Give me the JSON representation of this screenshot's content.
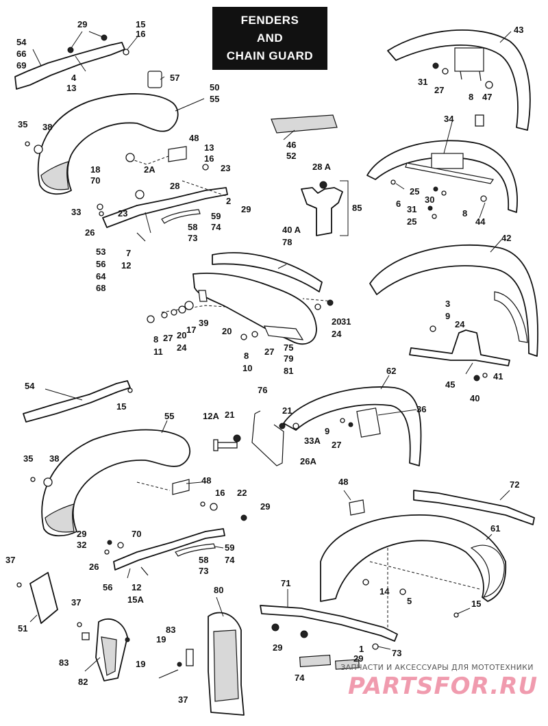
{
  "title": {
    "line1": "FENDERS",
    "line2": "AND",
    "line3": "CHAIN GUARD"
  },
  "callouts": [
    "29",
    "15",
    "16",
    "54",
    "66",
    "69",
    "4",
    "13",
    "57",
    "50",
    "55",
    "35",
    "38",
    "48",
    "13",
    "16",
    "18",
    "70",
    "2A",
    "23",
    "28",
    "2",
    "29",
    "33",
    "26",
    "23",
    "59",
    "74",
    "58",
    "73",
    "53",
    "56",
    "64",
    "68",
    "7",
    "12",
    "46",
    "52",
    "28 A",
    "85",
    "43",
    "31",
    "27",
    "8",
    "47",
    "34",
    "25",
    "30",
    "6",
    "31",
    "25",
    "8",
    "44",
    "40 A",
    "78",
    "42",
    "3",
    "9",
    "24",
    "45",
    "41",
    "40",
    "8",
    "27",
    "20",
    "17",
    "39",
    "11",
    "24",
    "20",
    "8",
    "10",
    "27",
    "20",
    "31",
    "24",
    "75",
    "79",
    "81",
    "54",
    "15",
    "55",
    "12A",
    "21",
    "76",
    "21",
    "33A",
    "26A",
    "9",
    "27",
    "62",
    "36",
    "35",
    "38",
    "48",
    "16",
    "22",
    "29",
    "29",
    "32",
    "70",
    "26",
    "59",
    "74",
    "58",
    "73",
    "56",
    "12",
    "15A",
    "37",
    "51",
    "80",
    "37",
    "83",
    "19",
    "82",
    "83",
    "19",
    "37",
    "48",
    "72",
    "61",
    "71",
    "14",
    "5",
    "15",
    "29",
    "29",
    "1",
    "73",
    "74"
  ],
  "watermark": {
    "caption": "ЗАПЧАСТИ И АКСЕССУАРЫ ДЛЯ МОТОТЕХНИКИ",
    "logo": "PARTSFOR.RU"
  }
}
